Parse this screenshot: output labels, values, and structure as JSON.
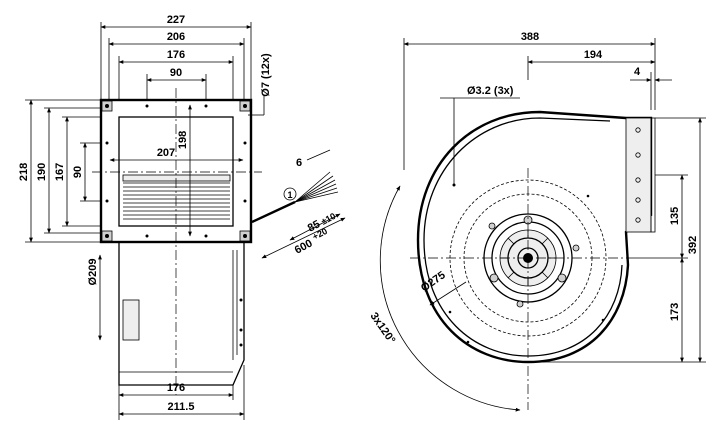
{
  "drawing": {
    "left_view": {
      "dims": {
        "w227": "227",
        "w206": "206",
        "w176_top": "176",
        "w90_top": "90",
        "h218": "218",
        "h190": "190",
        "h167": "167",
        "h90": "90",
        "h198": "198",
        "w207": "207",
        "hole_dia": "Ø7 (12x)",
        "outlet_dia": "Ø209",
        "w176_bottom": "176",
        "w211_5": "211.5"
      },
      "cable": {
        "callout": "1",
        "wire_spread": "6",
        "strip_len": "85",
        "strip_tol": "±10",
        "cable_len": "600",
        "cable_tol": "+20"
      }
    },
    "right_view": {
      "dims": {
        "w388": "388",
        "w194": "194",
        "w4": "4",
        "hole": "Ø3.2 (3x)",
        "h135": "135",
        "h392": "392",
        "h173": "173",
        "circle_dia": "Ø275",
        "angle": "3x120°"
      }
    }
  }
}
